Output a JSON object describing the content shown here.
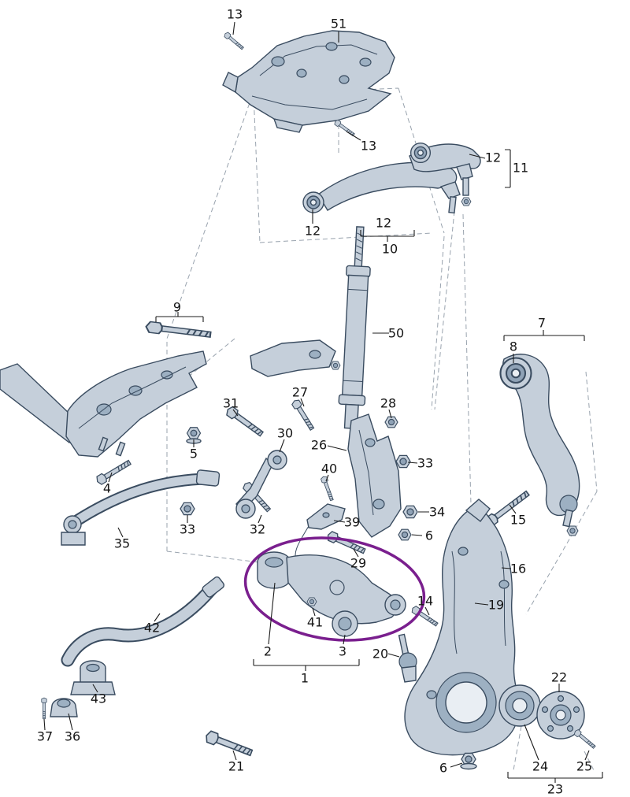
{
  "diagram": {
    "title": "front-suspension-exploded-parts-diagram",
    "colors": {
      "highlight": "#7a1f8e",
      "part-fill": "#c5cfda",
      "part-fill2": "#9db0c2",
      "part-stroke": "#3a4c60"
    },
    "labels": {
      "13a": "13",
      "51": "51",
      "13b": "13",
      "12a": "12",
      "11": "11",
      "12b": "12",
      "12c": "12",
      "10": "10",
      "9": "9",
      "50": "50",
      "7": "7",
      "8": "8",
      "27": "27",
      "31": "31",
      "28": "28",
      "30": "30",
      "26": "26",
      "5": "5",
      "33a": "33",
      "40": "40",
      "4": "4",
      "34": "34",
      "15": "15",
      "33b": "33",
      "32": "32",
      "39": "39",
      "6a": "6",
      "35": "35",
      "29": "29",
      "16": "16",
      "14": "14",
      "19": "19",
      "42": "42",
      "41": "41",
      "2": "2",
      "3": "3",
      "20": "20",
      "1": "1",
      "22": "22",
      "43": "43",
      "37": "37",
      "36": "36",
      "21": "21",
      "6b": "6",
      "24": "24",
      "25": "25",
      "23": "23"
    }
  }
}
